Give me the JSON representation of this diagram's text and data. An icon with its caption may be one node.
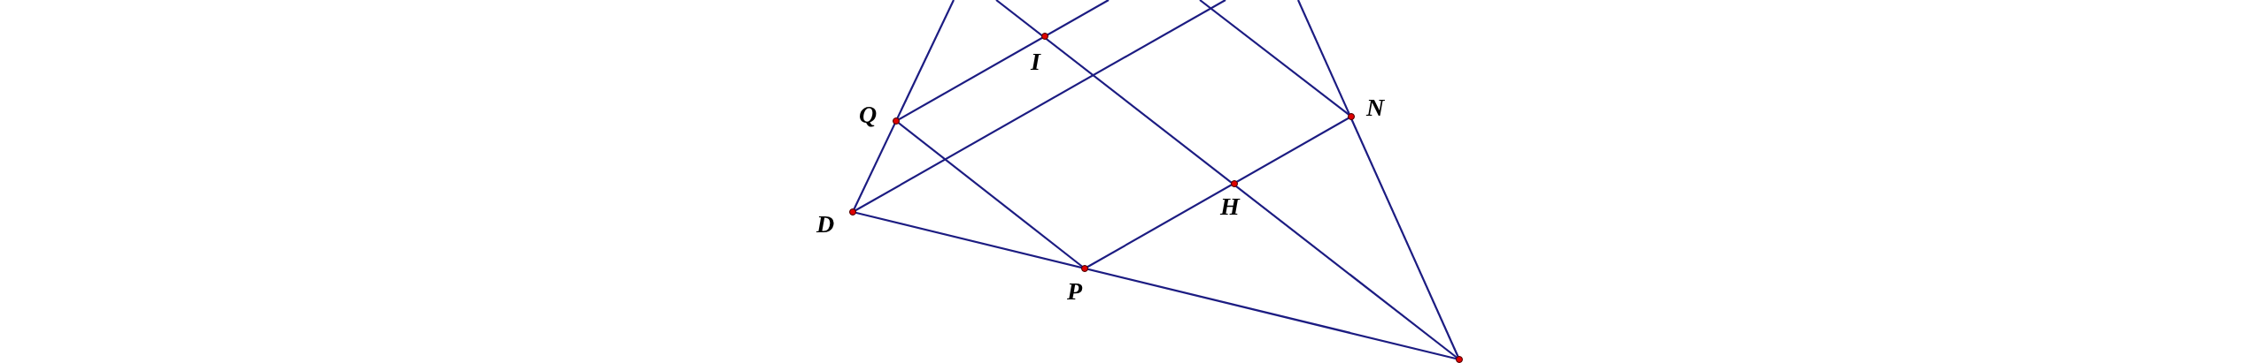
{
  "diagram": {
    "labels": [
      "I",
      "Q",
      "N",
      "H",
      "D",
      "P"
    ]
  }
}
